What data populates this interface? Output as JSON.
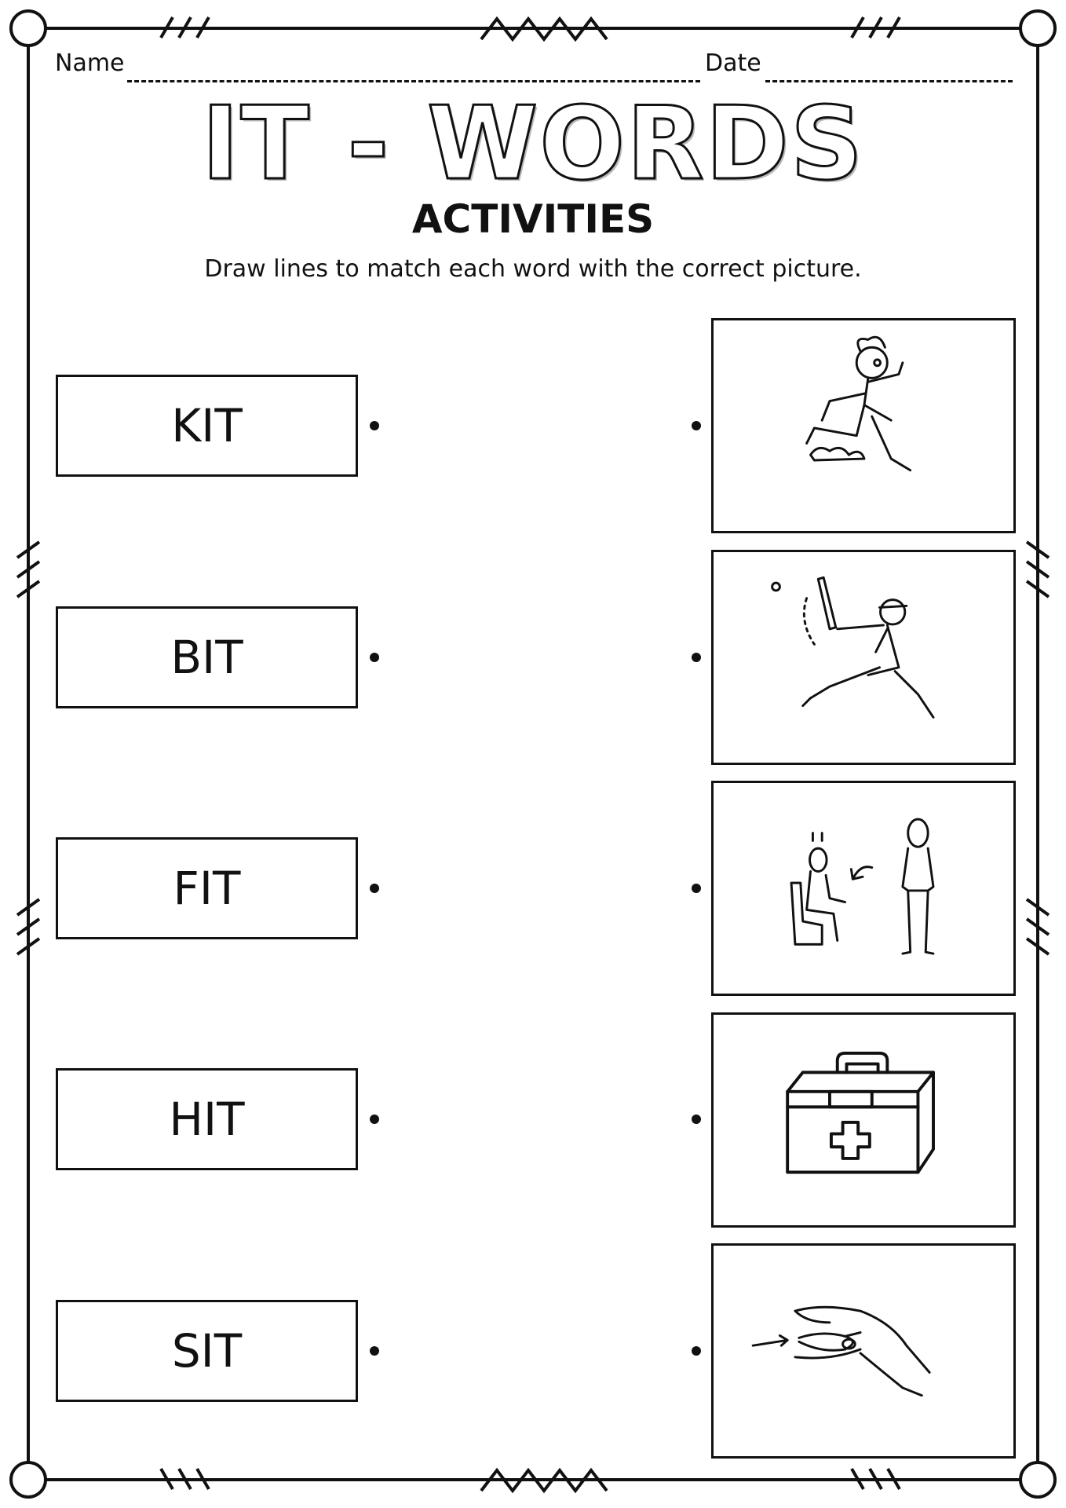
{
  "header": {
    "name_label": "Name",
    "date_label": "Date",
    "title": "IT - WORDS",
    "subtitle": "ACTIVITIES",
    "instruction": "Draw lines to match each word with the correct picture."
  },
  "words": [
    {
      "label": "KIT"
    },
    {
      "label": "BIT"
    },
    {
      "label": "FIT"
    },
    {
      "label": "HIT"
    },
    {
      "label": "SIT"
    }
  ],
  "pictures": [
    {
      "icon": "running-girl-icon"
    },
    {
      "icon": "baseball-batter-icon"
    },
    {
      "icon": "person-standing-up-icon"
    },
    {
      "icon": "first-aid-kit-icon"
    },
    {
      "icon": "hand-pinch-icon"
    }
  ]
}
